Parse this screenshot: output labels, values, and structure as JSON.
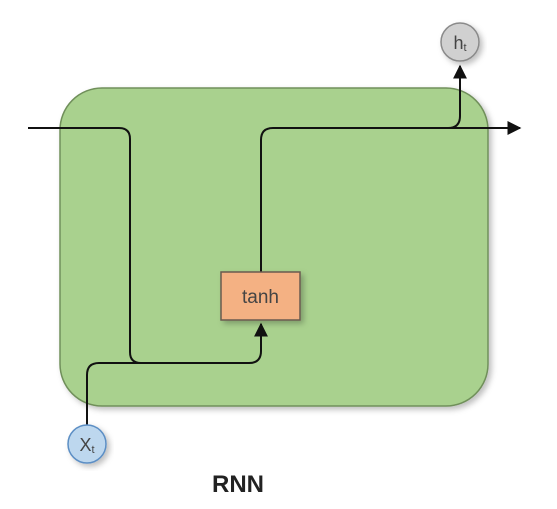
{
  "diagram": {
    "cell": {
      "fill": "#a9d18e",
      "stroke": "#6f8f5a"
    },
    "tanh": {
      "label": "tanh",
      "fill": "#f4b183",
      "stroke": "#6b5a4f"
    },
    "input": {
      "main": "X",
      "sub": "t",
      "fill": "#bdd7ee",
      "stroke": "#5b8ec4"
    },
    "output": {
      "main": "h",
      "sub": "t",
      "fill": "#d0d0d0",
      "stroke": "#8a8a8a"
    },
    "line_color": "#111111",
    "caption": "RNN"
  }
}
